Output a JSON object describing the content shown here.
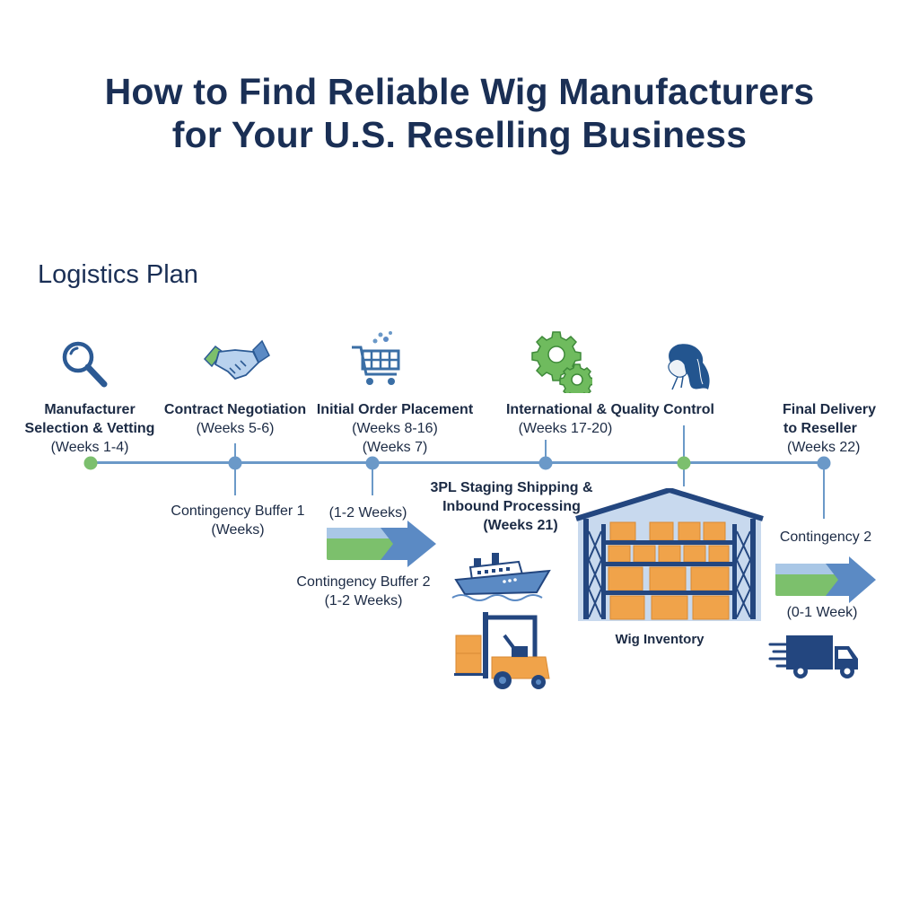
{
  "header": {
    "title_line1": "How to Find Reliable Wig Manufacturers",
    "title_line2": "for Your U.S. Reselling Business",
    "subtitle": "Logistics Plan"
  },
  "colors": {
    "title": "#1a2f55",
    "timeline_line": "#6b99c8",
    "node_green": "#7cbf6e",
    "node_blue": "#6b99c8",
    "arrow_blue": "#5b8ac4",
    "arrow_light": "#a9c7e6",
    "arrow_green": "#7cc06c",
    "box_orange": "#f0a34a",
    "warehouse_navy": "#23467f"
  },
  "milestones": [
    {
      "title": "Manufacturer",
      "title2": "Selection & Vetting",
      "weeks": "(Weeks 1-4)",
      "icon": "magnifier-icon",
      "node": "green"
    },
    {
      "title": "Contract Negotiation",
      "weeks": "(Weeks 5-6)",
      "icon": "handshake-icon",
      "node": "blue"
    },
    {
      "title": "Initial Order Placement",
      "weeks": "(Weeks 8-16)",
      "weeks2": "(Weeks 7)",
      "icon": "shopping-cart-icon",
      "node": "blue"
    },
    {
      "title": "International & Quality Control",
      "weeks": "(Weeks 17-20)",
      "icon": "gears-icon",
      "node": "blue"
    },
    {
      "title": "",
      "icon": "wig-head-icon",
      "node": "green"
    },
    {
      "title": "Final Delivery",
      "title2": "to Reseller",
      "weeks": "(Weeks 22)",
      "node": "blue"
    }
  ],
  "below": {
    "buffer1_title": "Contingency Buffer 1",
    "buffer1_weeks": "(Weeks)",
    "order_weeks": "(1-2 Weeks)",
    "buffer2_title": "Contingency Buffer 2",
    "buffer2_weeks": "(1-2 Weeks)",
    "staging_line1": "3PL Staging Shipping &",
    "staging_line2": "Inbound Processing",
    "staging_weeks": "(Weeks 21)",
    "warehouse_label": "Wig Inventory",
    "contingency2_title": "Contingency 2",
    "contingency2_weeks": "(0-1 Week)"
  }
}
